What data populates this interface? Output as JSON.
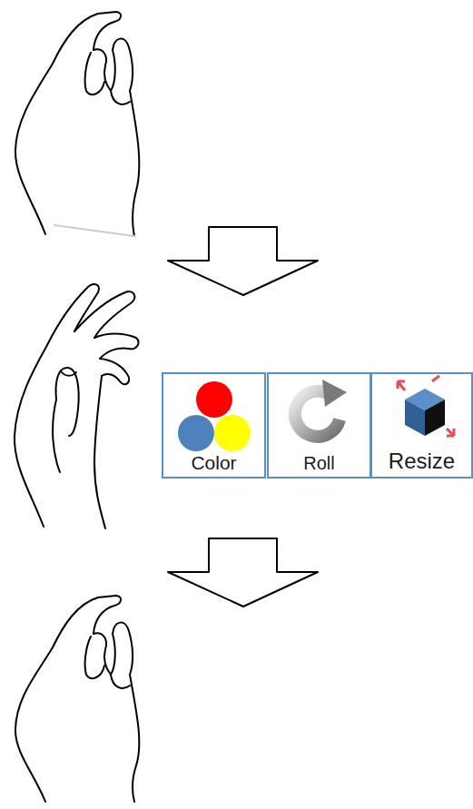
{
  "diagram": {
    "nodes": [
      {
        "text": [
          "Color"
        ]
      },
      {
        "text": [
          "Roll"
        ]
      },
      {
        "text": [
          "Resize"
        ]
      }
    ]
  }
}
